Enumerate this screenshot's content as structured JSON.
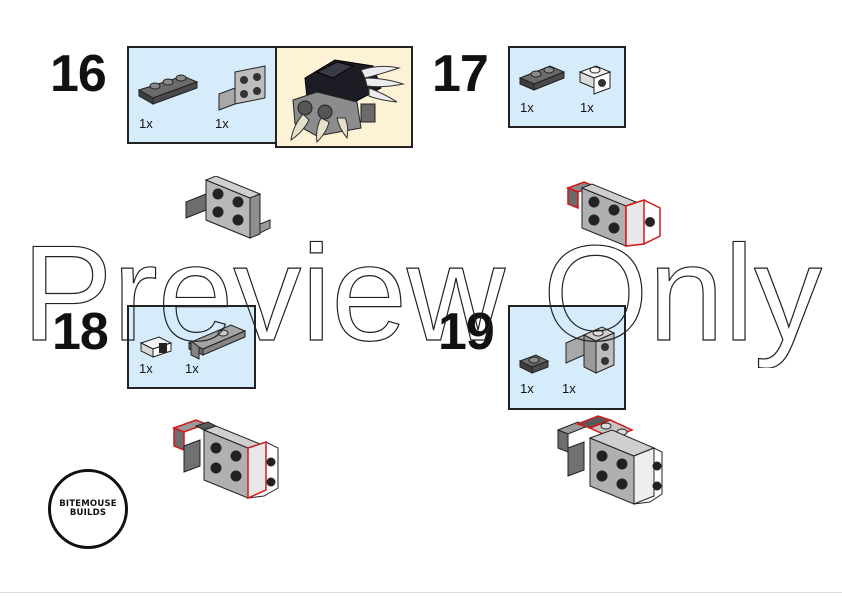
{
  "steps": [
    {
      "number": "16",
      "parts": [
        {
          "qty": "1x",
          "name": "plate-1x3-dark-gray"
        },
        {
          "qty": "1x",
          "name": "bracket-2x2-gray"
        }
      ]
    },
    {
      "number": "17",
      "parts": [
        {
          "qty": "1x",
          "name": "plate-1x2-dark-gray"
        },
        {
          "qty": "1x",
          "name": "bracket-1x1-white"
        }
      ]
    },
    {
      "number": "18",
      "parts": [
        {
          "qty": "1x",
          "name": "clip-plate-white"
        },
        {
          "qty": "1x",
          "name": "plate-with-clip-gray"
        }
      ]
    },
    {
      "number": "19",
      "parts": [
        {
          "qty": "1x",
          "name": "plate-1x1-dark-gray"
        },
        {
          "qty": "1x",
          "name": "bracket-1x2-gray"
        }
      ]
    }
  ],
  "logo": {
    "line1": "BITEMOUSE",
    "line2": "BUILDS"
  },
  "watermark": "Preview Only",
  "colors": {
    "parts_bg": "#d6ecfb",
    "preview_bg": "#fdf1d6",
    "gray": "#9a9a9a",
    "dark_gray": "#5e5e5e",
    "highlight": "#d11a1a"
  }
}
